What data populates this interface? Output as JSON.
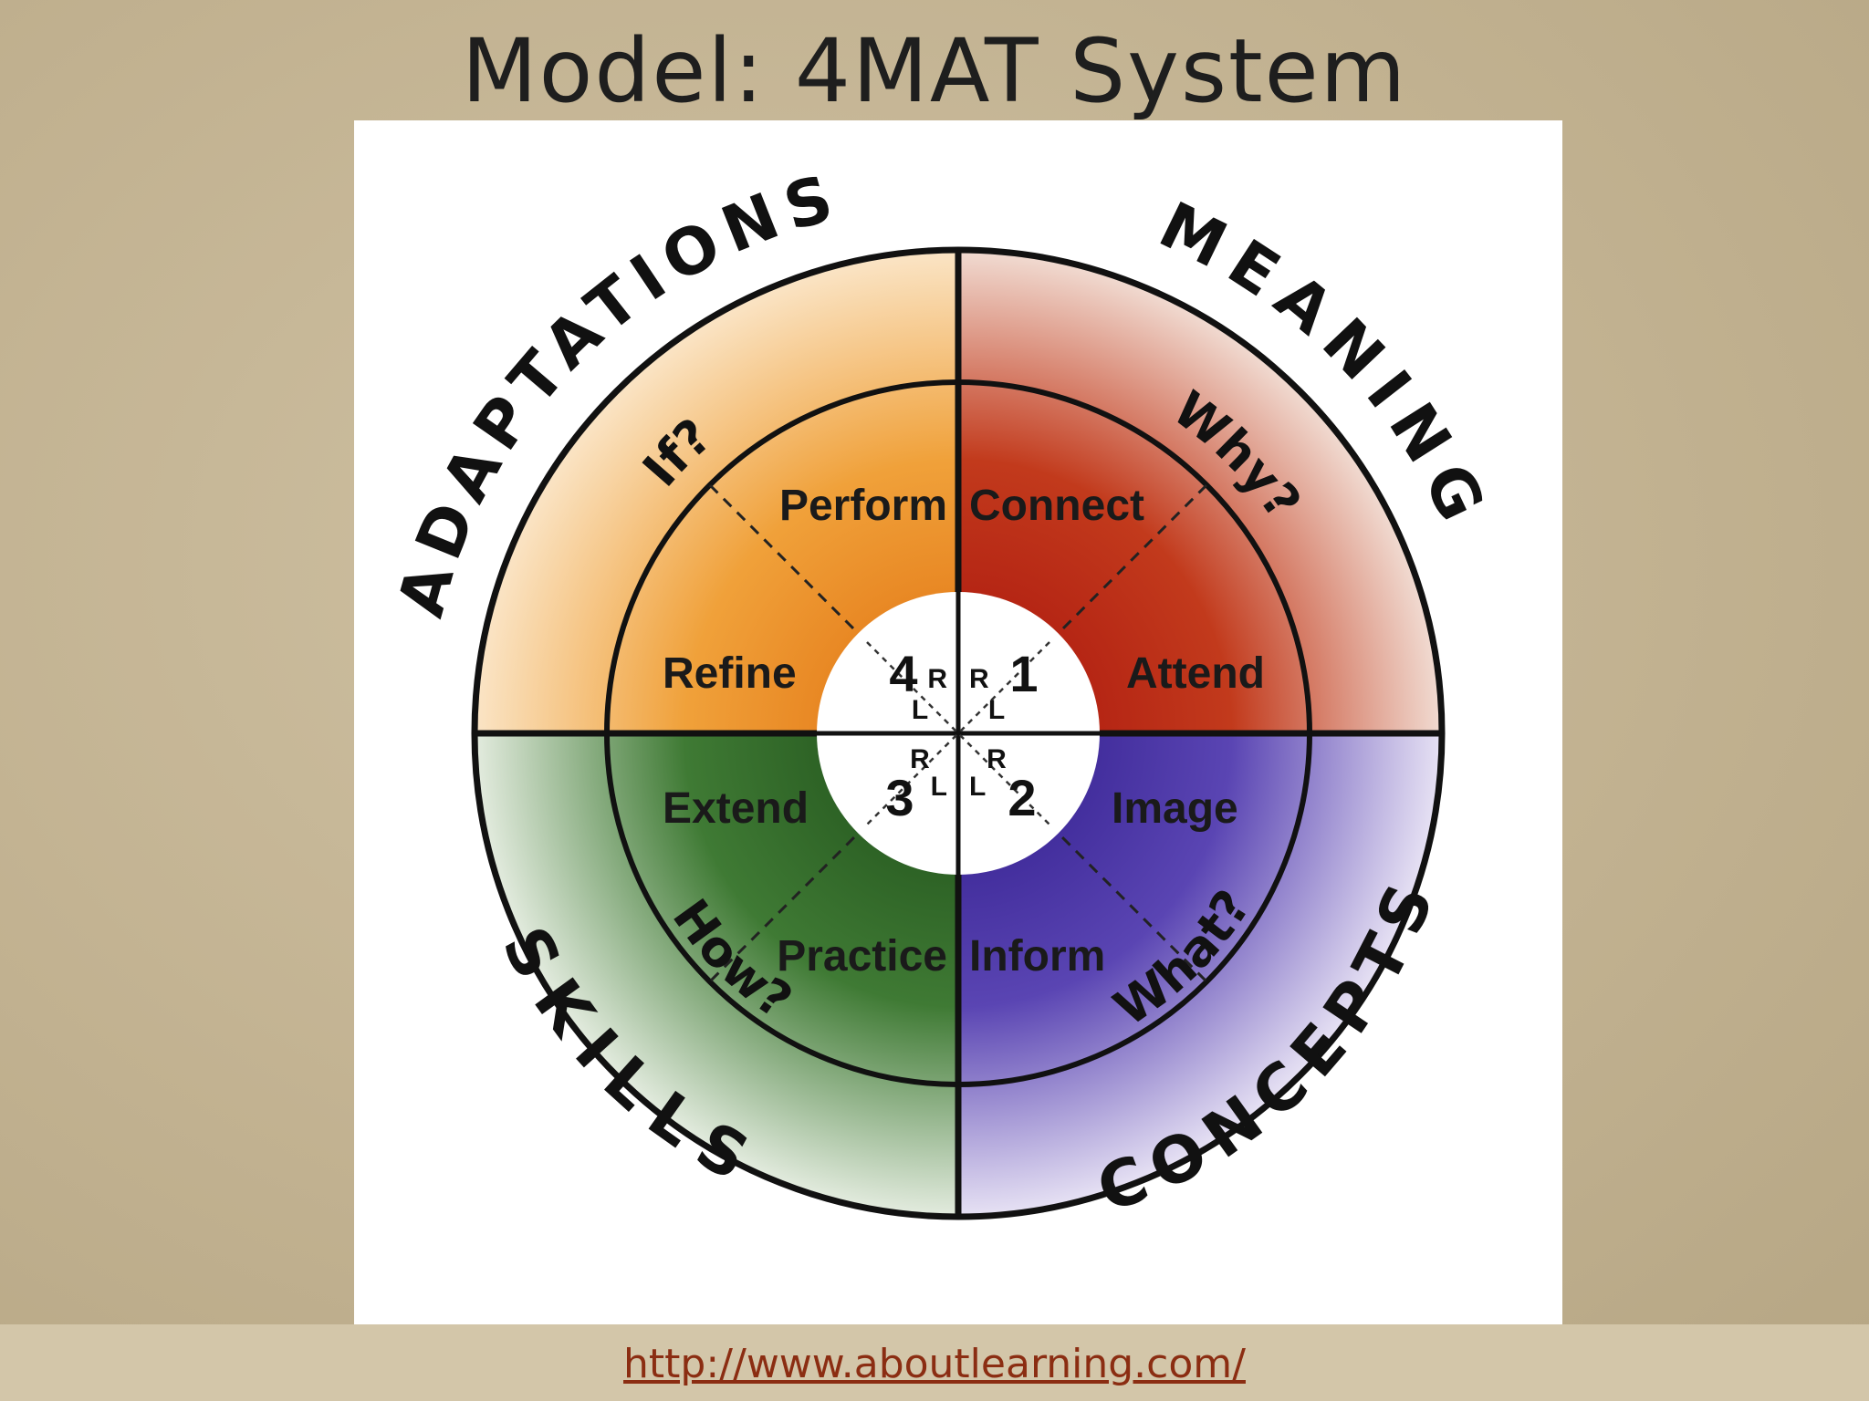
{
  "title": "Model: 4MAT System",
  "footer": {
    "link_text": "http://www.aboutlearning.com/"
  },
  "diagram": {
    "outer_labels": {
      "top_left": "ADAPTATIONS",
      "top_right": "MEANING",
      "bottom_left": "SKILLS",
      "bottom_right": "CONCEPTS"
    },
    "questions": {
      "top_left": "If?",
      "top_right": "Why?",
      "bottom_left": "How?",
      "bottom_right": "What?"
    },
    "steps": {
      "perform": "Perform",
      "connect": "Connect",
      "refine": "Refine",
      "attend": "Attend",
      "extend": "Extend",
      "image": "Image",
      "practice": "Practice",
      "inform": "Inform"
    },
    "quadrant_numbers": {
      "top_left": "4",
      "top_right": "1",
      "bottom_left": "3",
      "bottom_right": "2"
    },
    "hemisphere_marks": {
      "right": "R",
      "left": "L"
    },
    "colors": {
      "meaning": "#b8241a",
      "concepts": "#3a2a95",
      "skills": "#2b5c22",
      "adaptations": "#e8841e"
    }
  }
}
